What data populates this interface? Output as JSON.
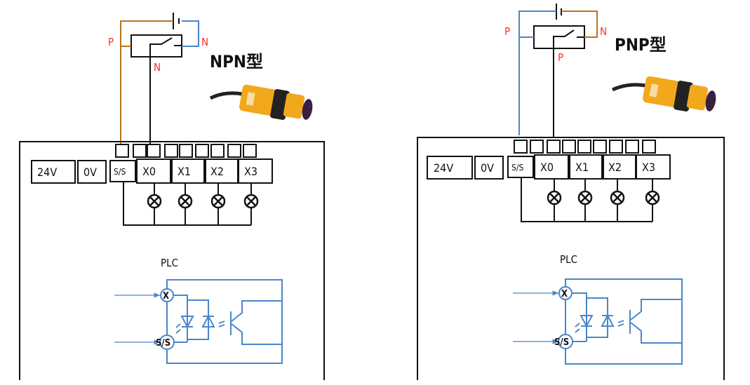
{
  "colors": {
    "positive_wire_npn": "#b8751e",
    "negative_wire_npn": "#4a86c9",
    "pin_label": "#ff2a2a",
    "circuit": "#4a86c9",
    "sensor_body": "#f2a81d"
  },
  "diagrams": [
    {
      "title": "NPN型",
      "sensor_labels": {
        "supply_positive": "P",
        "supply_negative": "N",
        "output": "N"
      },
      "terminals": [
        "24V",
        "0V",
        "S/S",
        "X0",
        "X1",
        "X2",
        "X3"
      ],
      "plc_label": "PLC",
      "circuit_labels": {
        "input": "X",
        "common": "S/S"
      }
    },
    {
      "title": "PNP型",
      "sensor_labels": {
        "supply_positive": "P",
        "supply_negative": "N",
        "output": "P"
      },
      "terminals": [
        "24V",
        "0V",
        "S/S",
        "X0",
        "X1",
        "X2",
        "X3"
      ],
      "plc_label": "PLC",
      "circuit_labels": {
        "input": "X",
        "common": "S/S"
      }
    }
  ]
}
